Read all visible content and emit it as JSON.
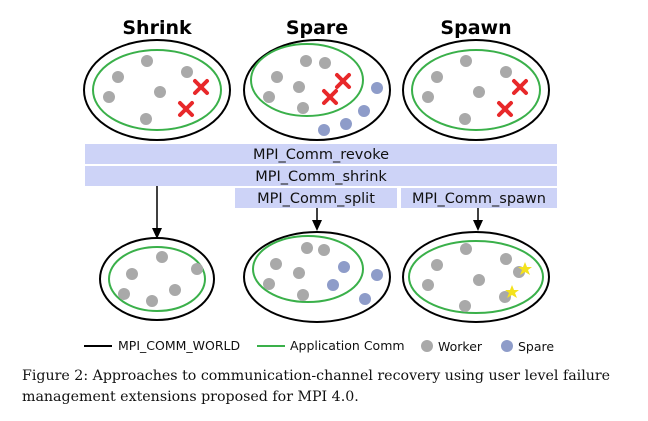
{
  "columns": {
    "shrink": "Shrink",
    "spare": "Spare",
    "spawn": "Spawn"
  },
  "bars": {
    "revoke": "MPI_Comm_revoke",
    "shrink": "MPI_Comm_shrink",
    "split": "MPI_Comm_split",
    "spawn": "MPI_Comm_spawn"
  },
  "legend": {
    "world": "MPI_COMM_WORLD",
    "app": "Application Comm",
    "worker": "Worker",
    "spare": "Spare"
  },
  "caption": "Figure 2: Approaches to communication-channel recovery using user level failure management extensions proposed for MPI 4.0.",
  "colors": {
    "bar_fill": "#cdd3f7",
    "world_line": "#000000",
    "app_line": "#3ab04a",
    "worker": "#a9a9a9",
    "spare": "#8e9cc9",
    "failed": "#e8282a",
    "new_process": "#f4e21c"
  }
}
